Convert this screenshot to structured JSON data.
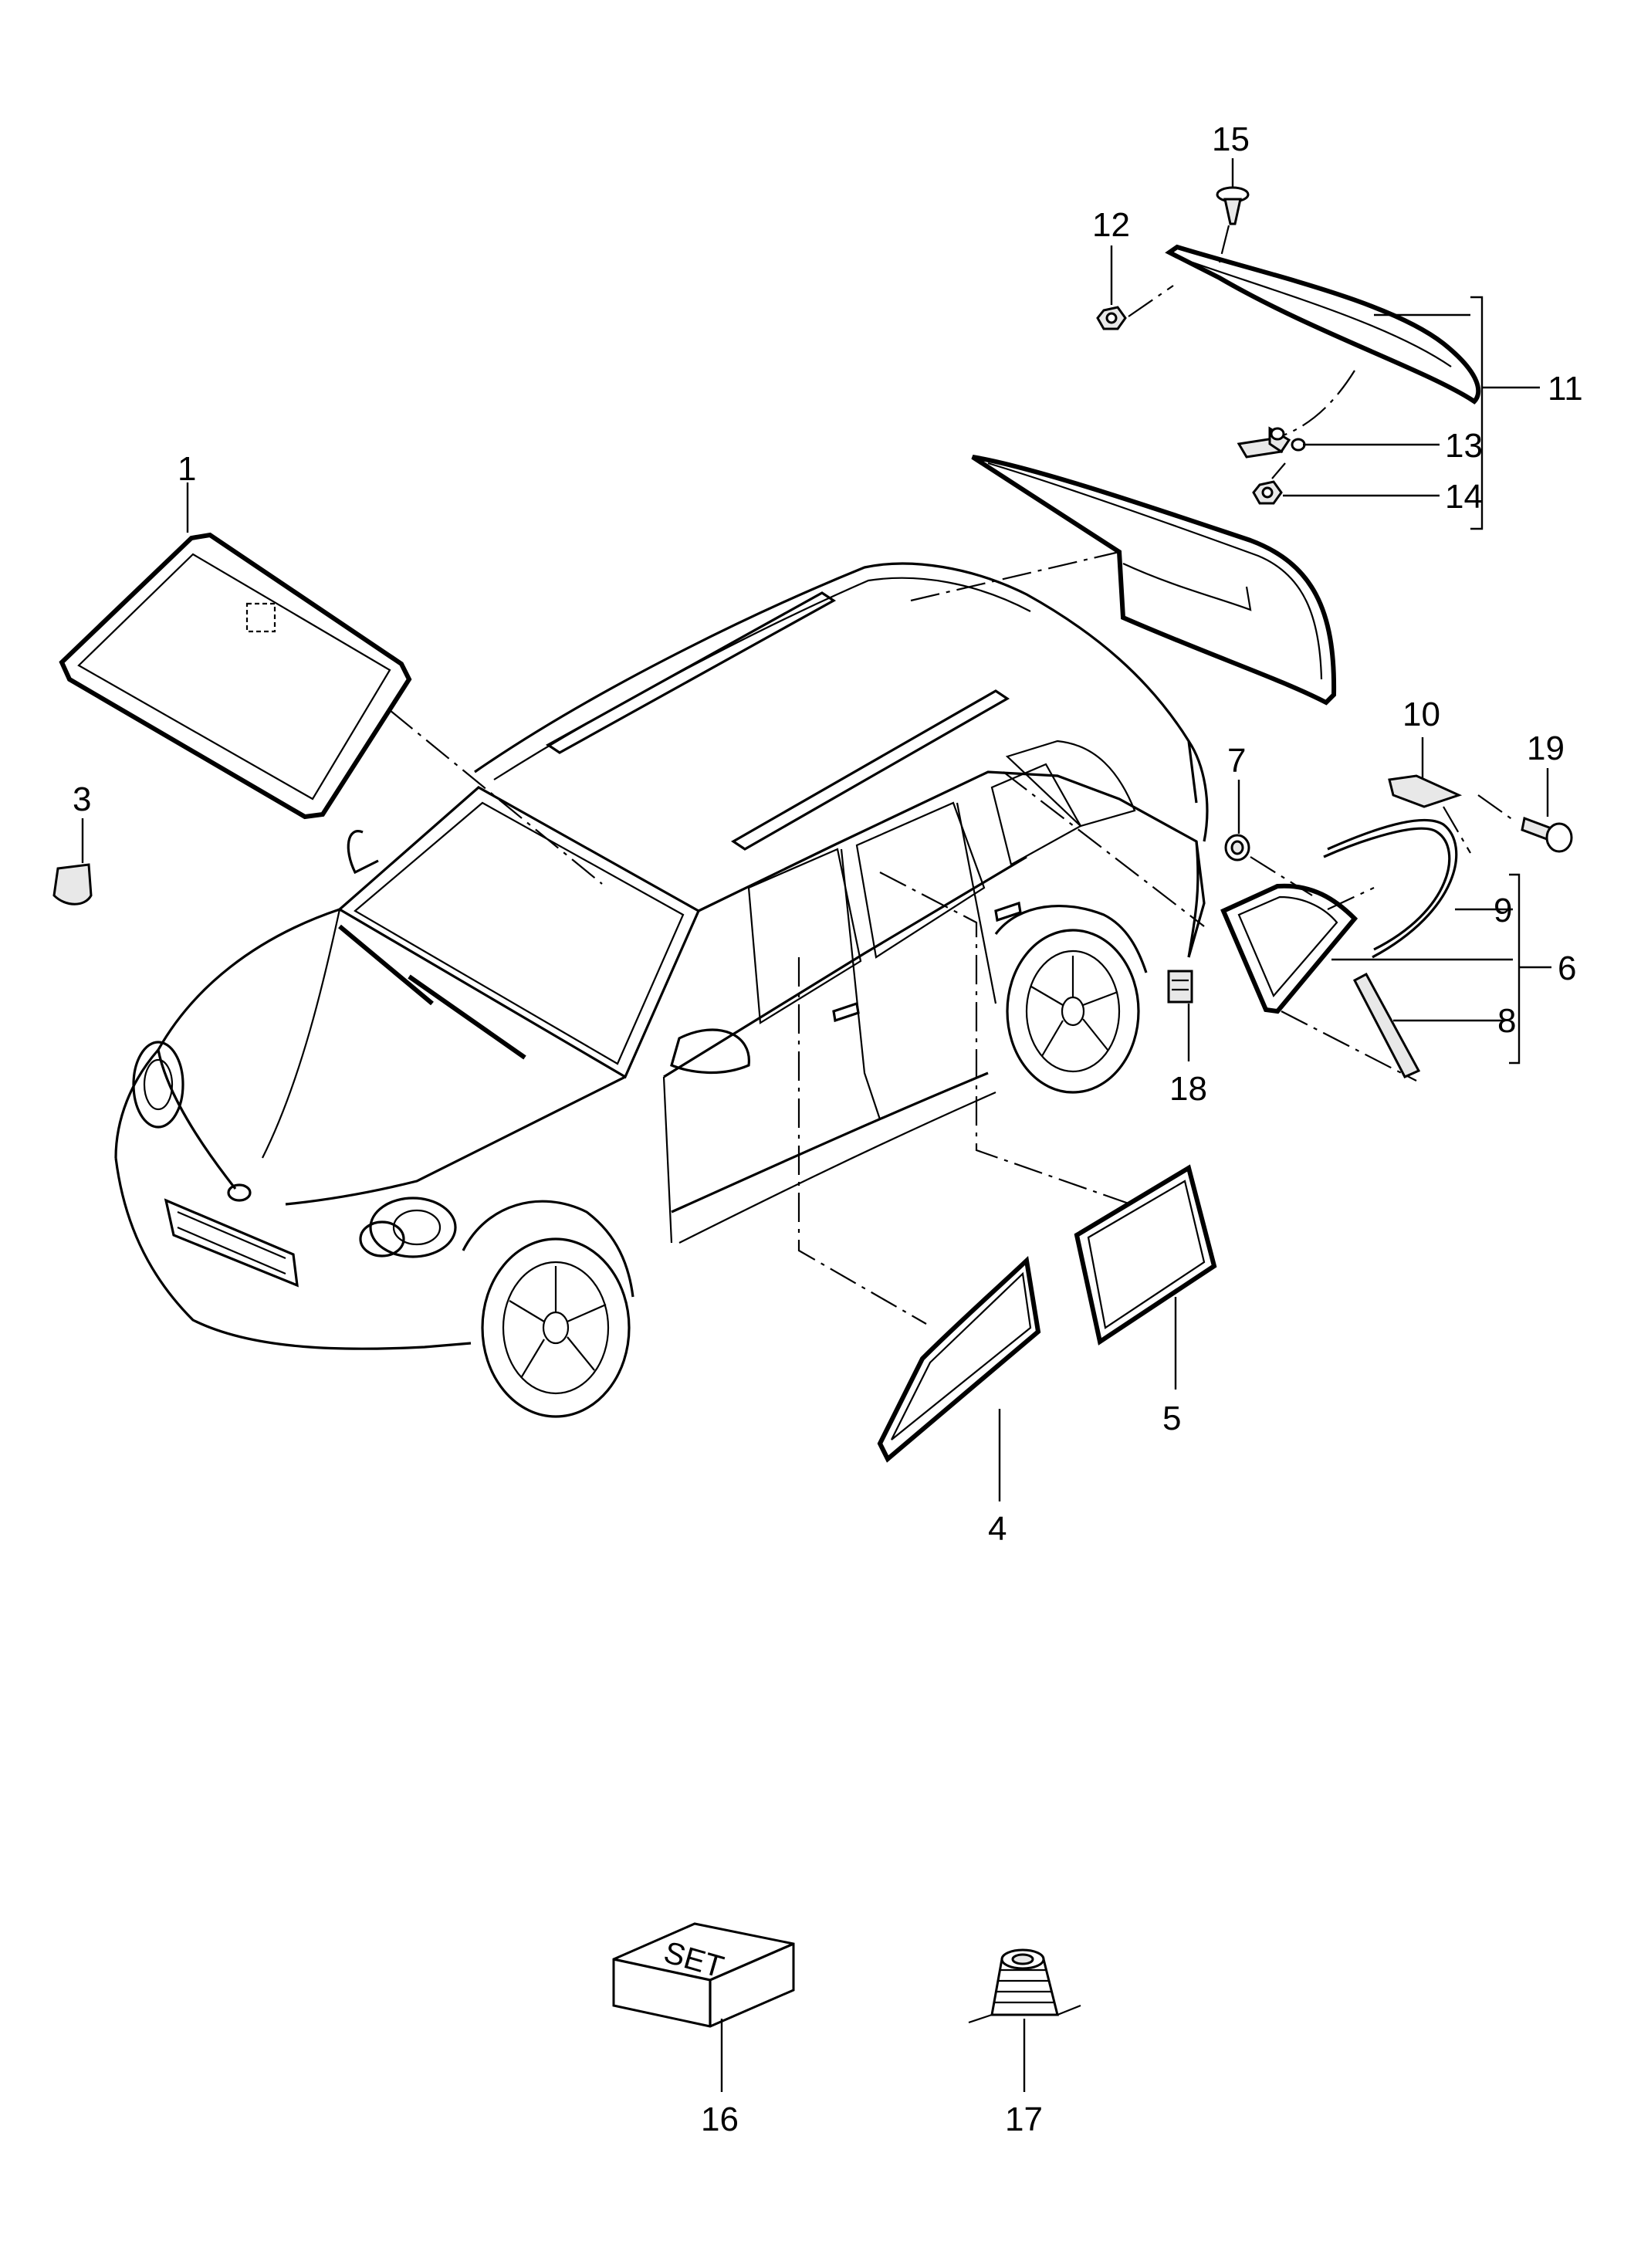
{
  "callouts": {
    "c1": "1",
    "c3": "3",
    "c4": "4",
    "c5": "5",
    "c6": "6",
    "c7": "7",
    "c8": "8",
    "c9": "9",
    "c10": "10",
    "c11": "11",
    "c12": "12",
    "c13": "13",
    "c14": "14",
    "c15": "15",
    "c16": "16",
    "c17": "17",
    "c18": "18",
    "c19": "19"
  },
  "set_box_label": "SET"
}
